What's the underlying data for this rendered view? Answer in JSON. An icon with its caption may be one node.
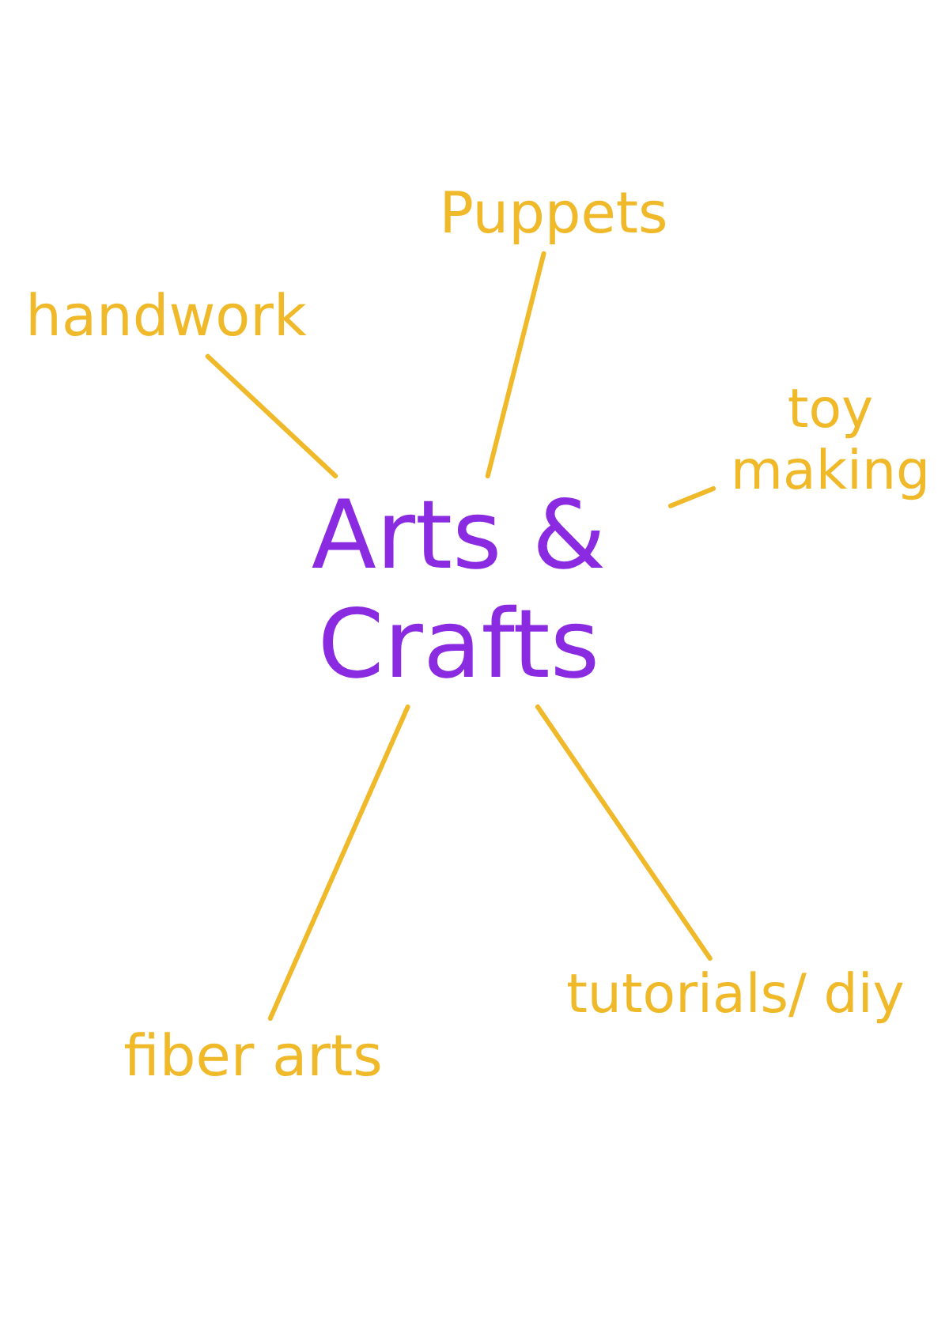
{
  "diagram": {
    "nodes": [
      {
        "text": [
          "Arts & Crafts"
        ]
      },
      {
        "text": [
          "handwork"
        ]
      },
      {
        "text": [
          "Puppets"
        ]
      },
      {
        "text": [
          "toy making"
        ]
      },
      {
        "text": [
          "fiber arts"
        ]
      },
      {
        "text": [
          "tutorials/ diy"
        ]
      }
    ],
    "edges": [
      {
        "from": 0,
        "to": 1,
        "arrow": "none"
      },
      {
        "from": 0,
        "to": 2,
        "arrow": "none"
      },
      {
        "from": 0,
        "to": 3,
        "arrow": "none"
      },
      {
        "from": 0,
        "to": 4,
        "arrow": "none"
      },
      {
        "from": 0,
        "to": 5,
        "arrow": "none"
      }
    ]
  }
}
